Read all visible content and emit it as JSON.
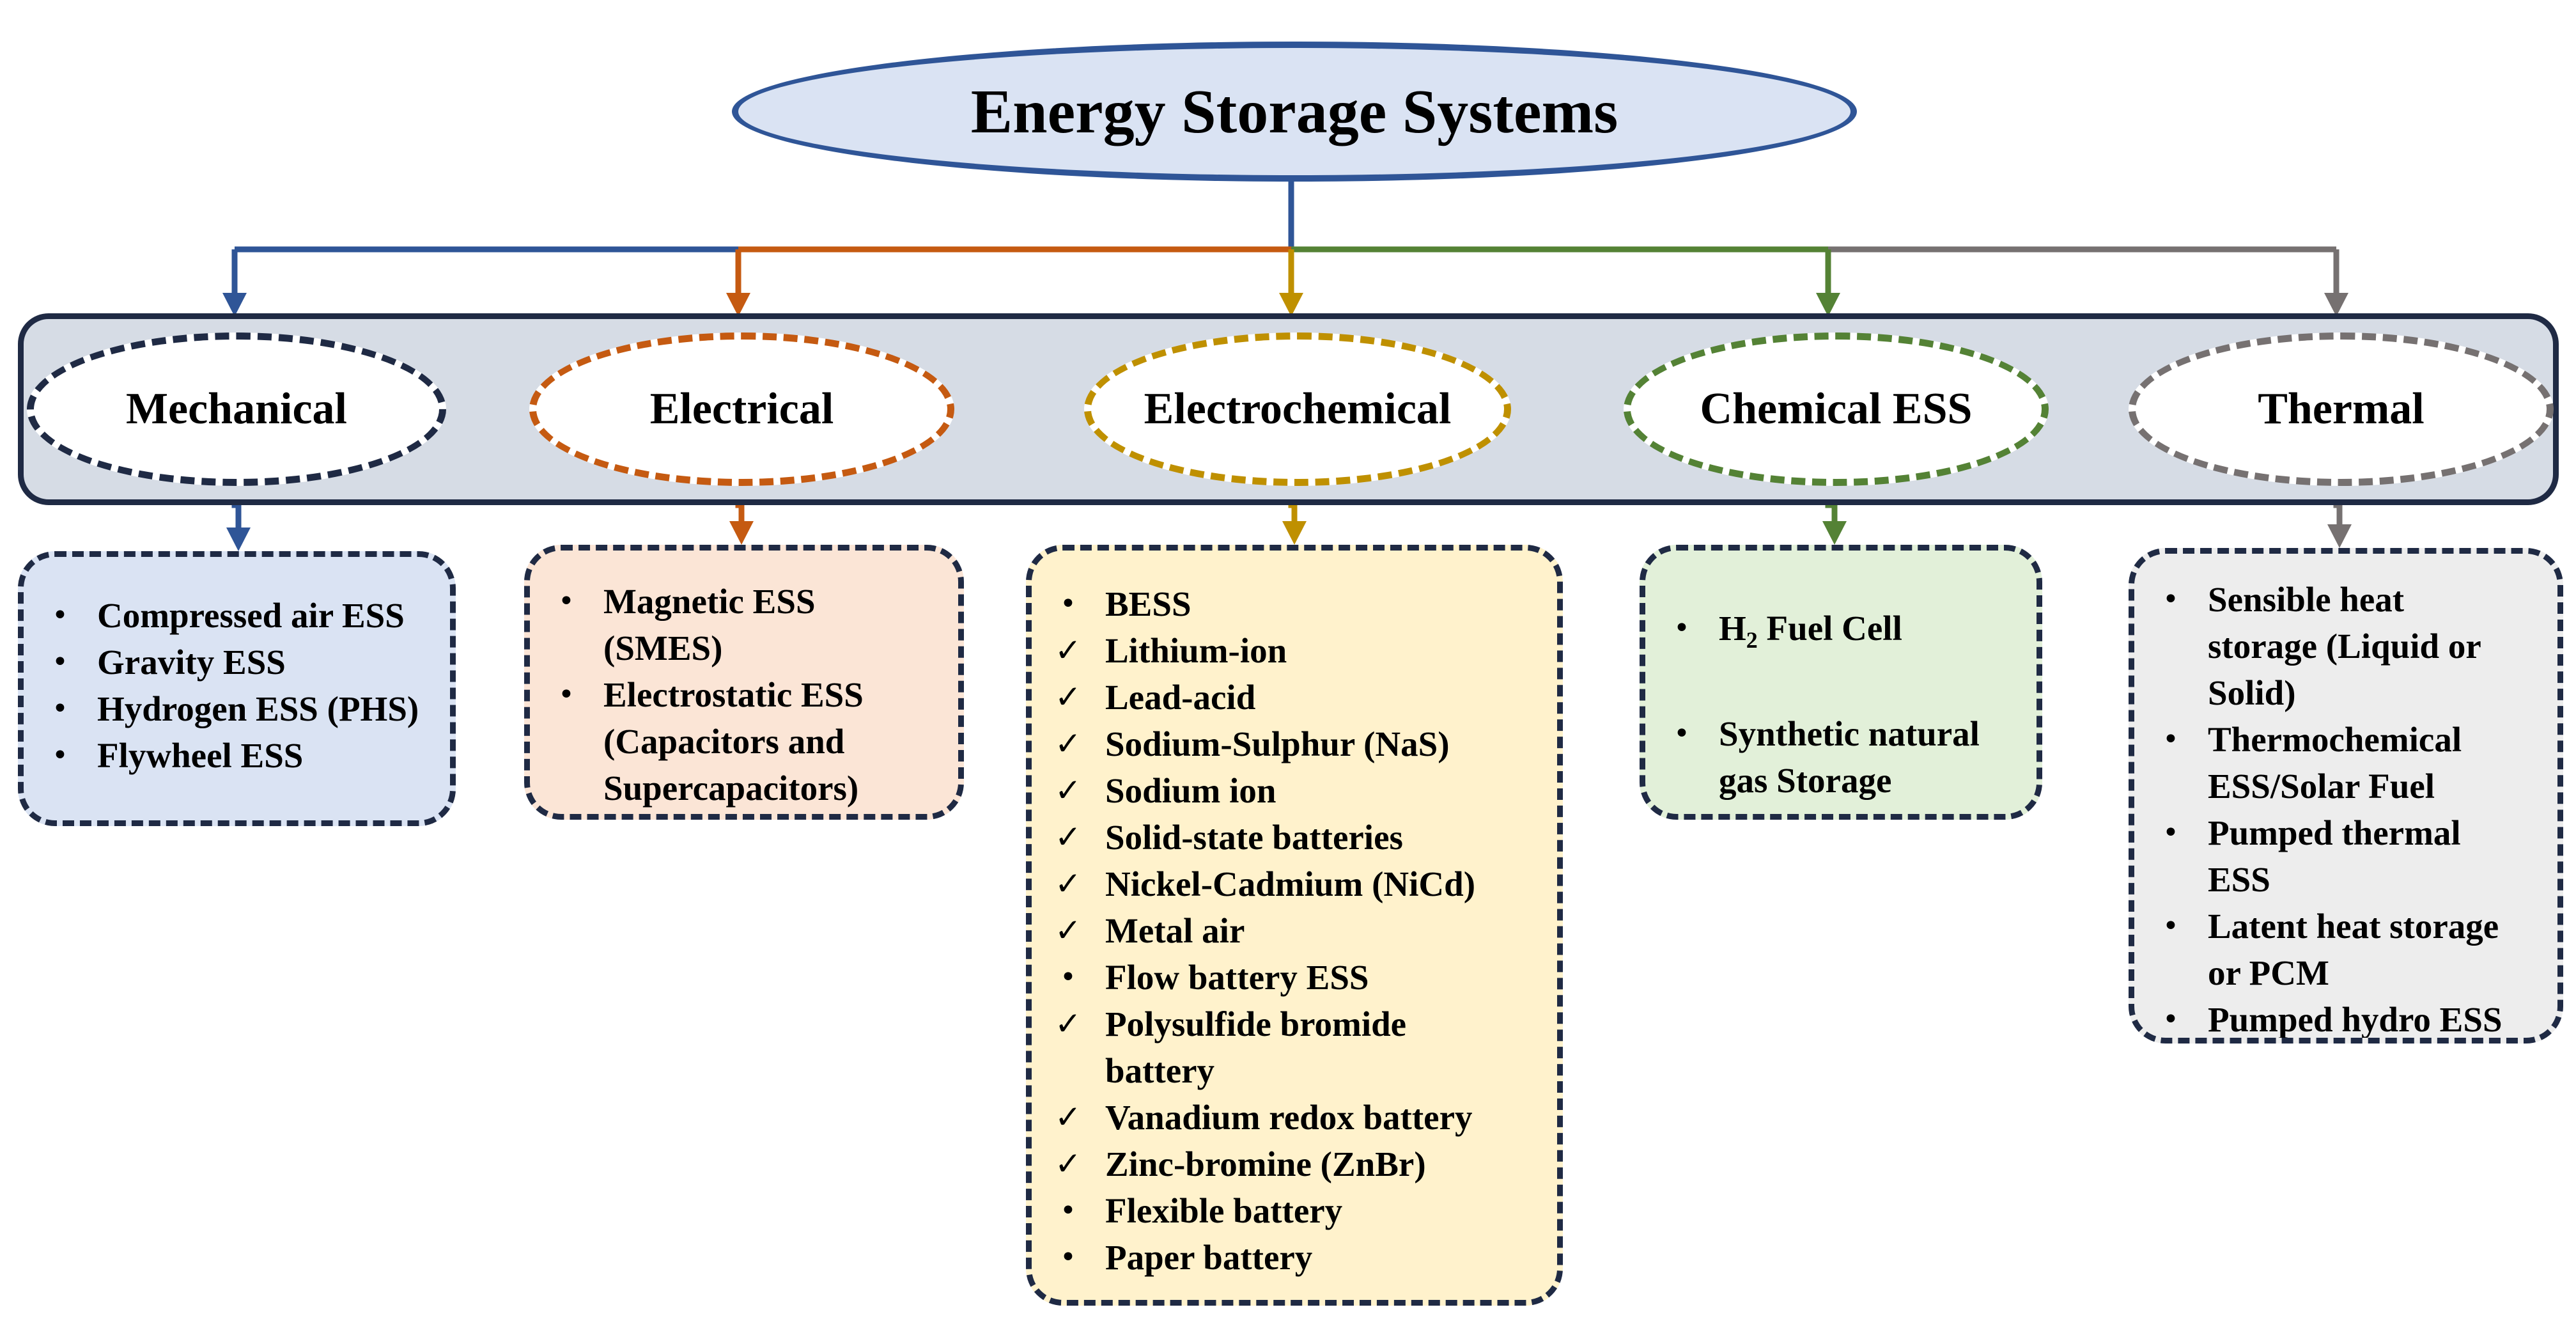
{
  "title": "Energy Storage Systems",
  "colors": {
    "root_fill": "#dae3f3",
    "root_border": "#2f5597",
    "band_fill": "#d6dce5",
    "band_border": "#1f2a44",
    "mechanical": "#2f5597",
    "electrical": "#c55a11",
    "electrochemical": "#bf9000",
    "chemical": "#548235",
    "thermal": "#767171"
  },
  "categories": [
    {
      "id": "mechanical",
      "label": "Mechanical",
      "box_fill": "#dae3f3",
      "items": [
        {
          "bullet": "•",
          "text": "Compressed air ESS"
        },
        {
          "bullet": "•",
          "text": "Gravity ESS"
        },
        {
          "bullet": "•",
          "text": "Hydrogen ESS (PHS)"
        },
        {
          "bullet": "•",
          "text": "Flywheel ESS"
        }
      ]
    },
    {
      "id": "electrical",
      "label": "Electrical",
      "box_fill": "#fbe5d6",
      "items": [
        {
          "bullet": "•",
          "text": "Magnetic ESS"
        },
        {
          "bullet": "",
          "text": "(SMES)"
        },
        {
          "bullet": "•",
          "text": "Electrostatic ESS"
        },
        {
          "bullet": "",
          "text": "(Capacitors and"
        },
        {
          "bullet": "",
          "text": "Supercapacitors)"
        }
      ]
    },
    {
      "id": "electrochemical",
      "label": "Electrochemical",
      "box_fill": "#fff2cc",
      "items": [
        {
          "bullet": "•",
          "text": "BESS"
        },
        {
          "bullet": "✓",
          "text": "Lithium-ion"
        },
        {
          "bullet": "✓",
          "text": "Lead-acid"
        },
        {
          "bullet": "✓",
          "text": "Sodium-Sulphur (NaS)"
        },
        {
          "bullet": "✓",
          "text": "Sodium ion"
        },
        {
          "bullet": "✓",
          "text": "Solid-state batteries"
        },
        {
          "bullet": "✓",
          "text": "Nickel-Cadmium (NiCd)"
        },
        {
          "bullet": "✓",
          "text": "Metal air"
        },
        {
          "bullet": "•",
          "text": "Flow battery ESS"
        },
        {
          "bullet": "✓",
          "text": "Polysulfide bromide"
        },
        {
          "bullet": "",
          "text": "battery"
        },
        {
          "bullet": "✓",
          "text": "Vanadium redox battery"
        },
        {
          "bullet": "✓",
          "text": "Zinc-bromine (ZnBr)"
        },
        {
          "bullet": "•",
          "text": "Flexible battery"
        },
        {
          "bullet": "•",
          "text": "Paper battery"
        }
      ]
    },
    {
      "id": "chemical",
      "label": "Chemical ESS",
      "box_fill": "#e2f0d9",
      "fuel_cell": {
        "prefix": "H",
        "subscript": "2",
        "suffix": " Fuel Cell"
      },
      "items": [
        {
          "bullet": "•",
          "text": "Synthetic natural"
        },
        {
          "bullet": "",
          "text": "gas Storage"
        }
      ]
    },
    {
      "id": "thermal",
      "label": "Thermal",
      "box_fill": "#ededed",
      "items": [
        {
          "bullet": "•",
          "text": "Sensible heat"
        },
        {
          "bullet": "",
          "text": "storage (Liquid or"
        },
        {
          "bullet": "",
          "text": "Solid)"
        },
        {
          "bullet": "•",
          "text": "Thermochemical"
        },
        {
          "bullet": "",
          "text": "ESS/Solar Fuel"
        },
        {
          "bullet": "•",
          "text": "Pumped thermal"
        },
        {
          "bullet": "",
          "text": "ESS"
        },
        {
          "bullet": "•",
          "text": "Latent heat storage"
        },
        {
          "bullet": "",
          "text": "or PCM"
        },
        {
          "bullet": "•",
          "text": "Pumped hydro ESS"
        }
      ]
    }
  ]
}
